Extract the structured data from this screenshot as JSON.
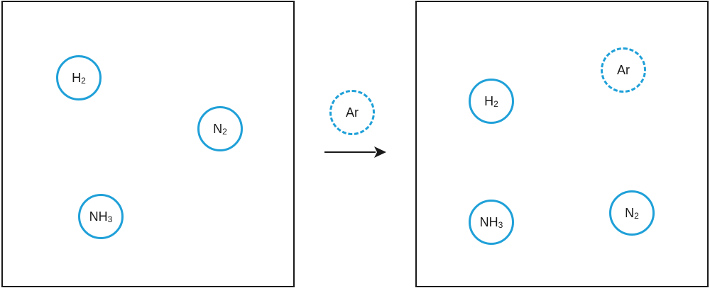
{
  "colors": {
    "molecule_outline": "#1fa0d8",
    "box_border": "#1a1a1a",
    "text": "#1a1a1a"
  },
  "before": {
    "molecules": [
      {
        "symbol": "H",
        "subscript": "2",
        "style": "solid"
      },
      {
        "symbol": "N",
        "subscript": "2",
        "style": "solid"
      },
      {
        "symbol": "NH",
        "subscript": "3",
        "style": "solid"
      }
    ]
  },
  "added": {
    "symbol": "Ar",
    "subscript": "",
    "style": "dashed"
  },
  "after": {
    "molecules": [
      {
        "symbol": "Ar",
        "subscript": "",
        "style": "dashed"
      },
      {
        "symbol": "H",
        "subscript": "2",
        "style": "solid"
      },
      {
        "symbol": "NH",
        "subscript": "3",
        "style": "solid"
      },
      {
        "symbol": "N",
        "subscript": "2",
        "style": "solid"
      }
    ]
  }
}
